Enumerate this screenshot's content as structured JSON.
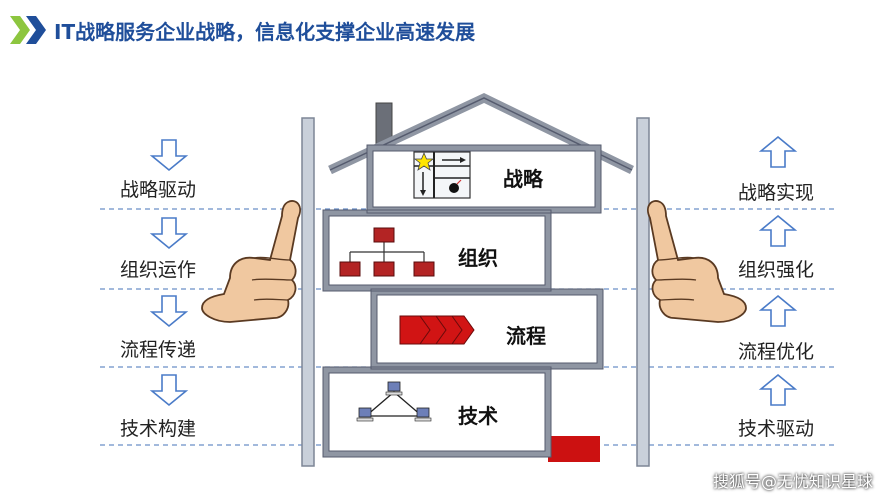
{
  "title": "IT战略服务企业战略，信息化支撑企业高速发展",
  "left_column": {
    "labels": [
      "战略驱动",
      "组织运作",
      "流程传递",
      "技术构建"
    ],
    "arrow_direction": "down"
  },
  "right_column": {
    "labels": [
      "战略实现",
      "组织强化",
      "流程优化",
      "技术驱动"
    ],
    "arrow_direction": "up"
  },
  "floors": [
    {
      "label": "战略",
      "icon": "strategy-map-icon"
    },
    {
      "label": "组织",
      "icon": "org-chart-icon"
    },
    {
      "label": "流程",
      "icon": "process-chevrons-icon"
    },
    {
      "label": "技术",
      "icon": "network-icon"
    }
  ],
  "watermark": "搜狐号@无忧知识星球",
  "colors": {
    "title": "#1f4e9a",
    "chevron_green": "#8dc63f",
    "chevron_blue": "#1f4e9a",
    "arrow_outline": "#4a7bc8",
    "house_outline": "#555b6e",
    "dashed_line": "#6a8fc8",
    "red_block": "#cc1111"
  }
}
